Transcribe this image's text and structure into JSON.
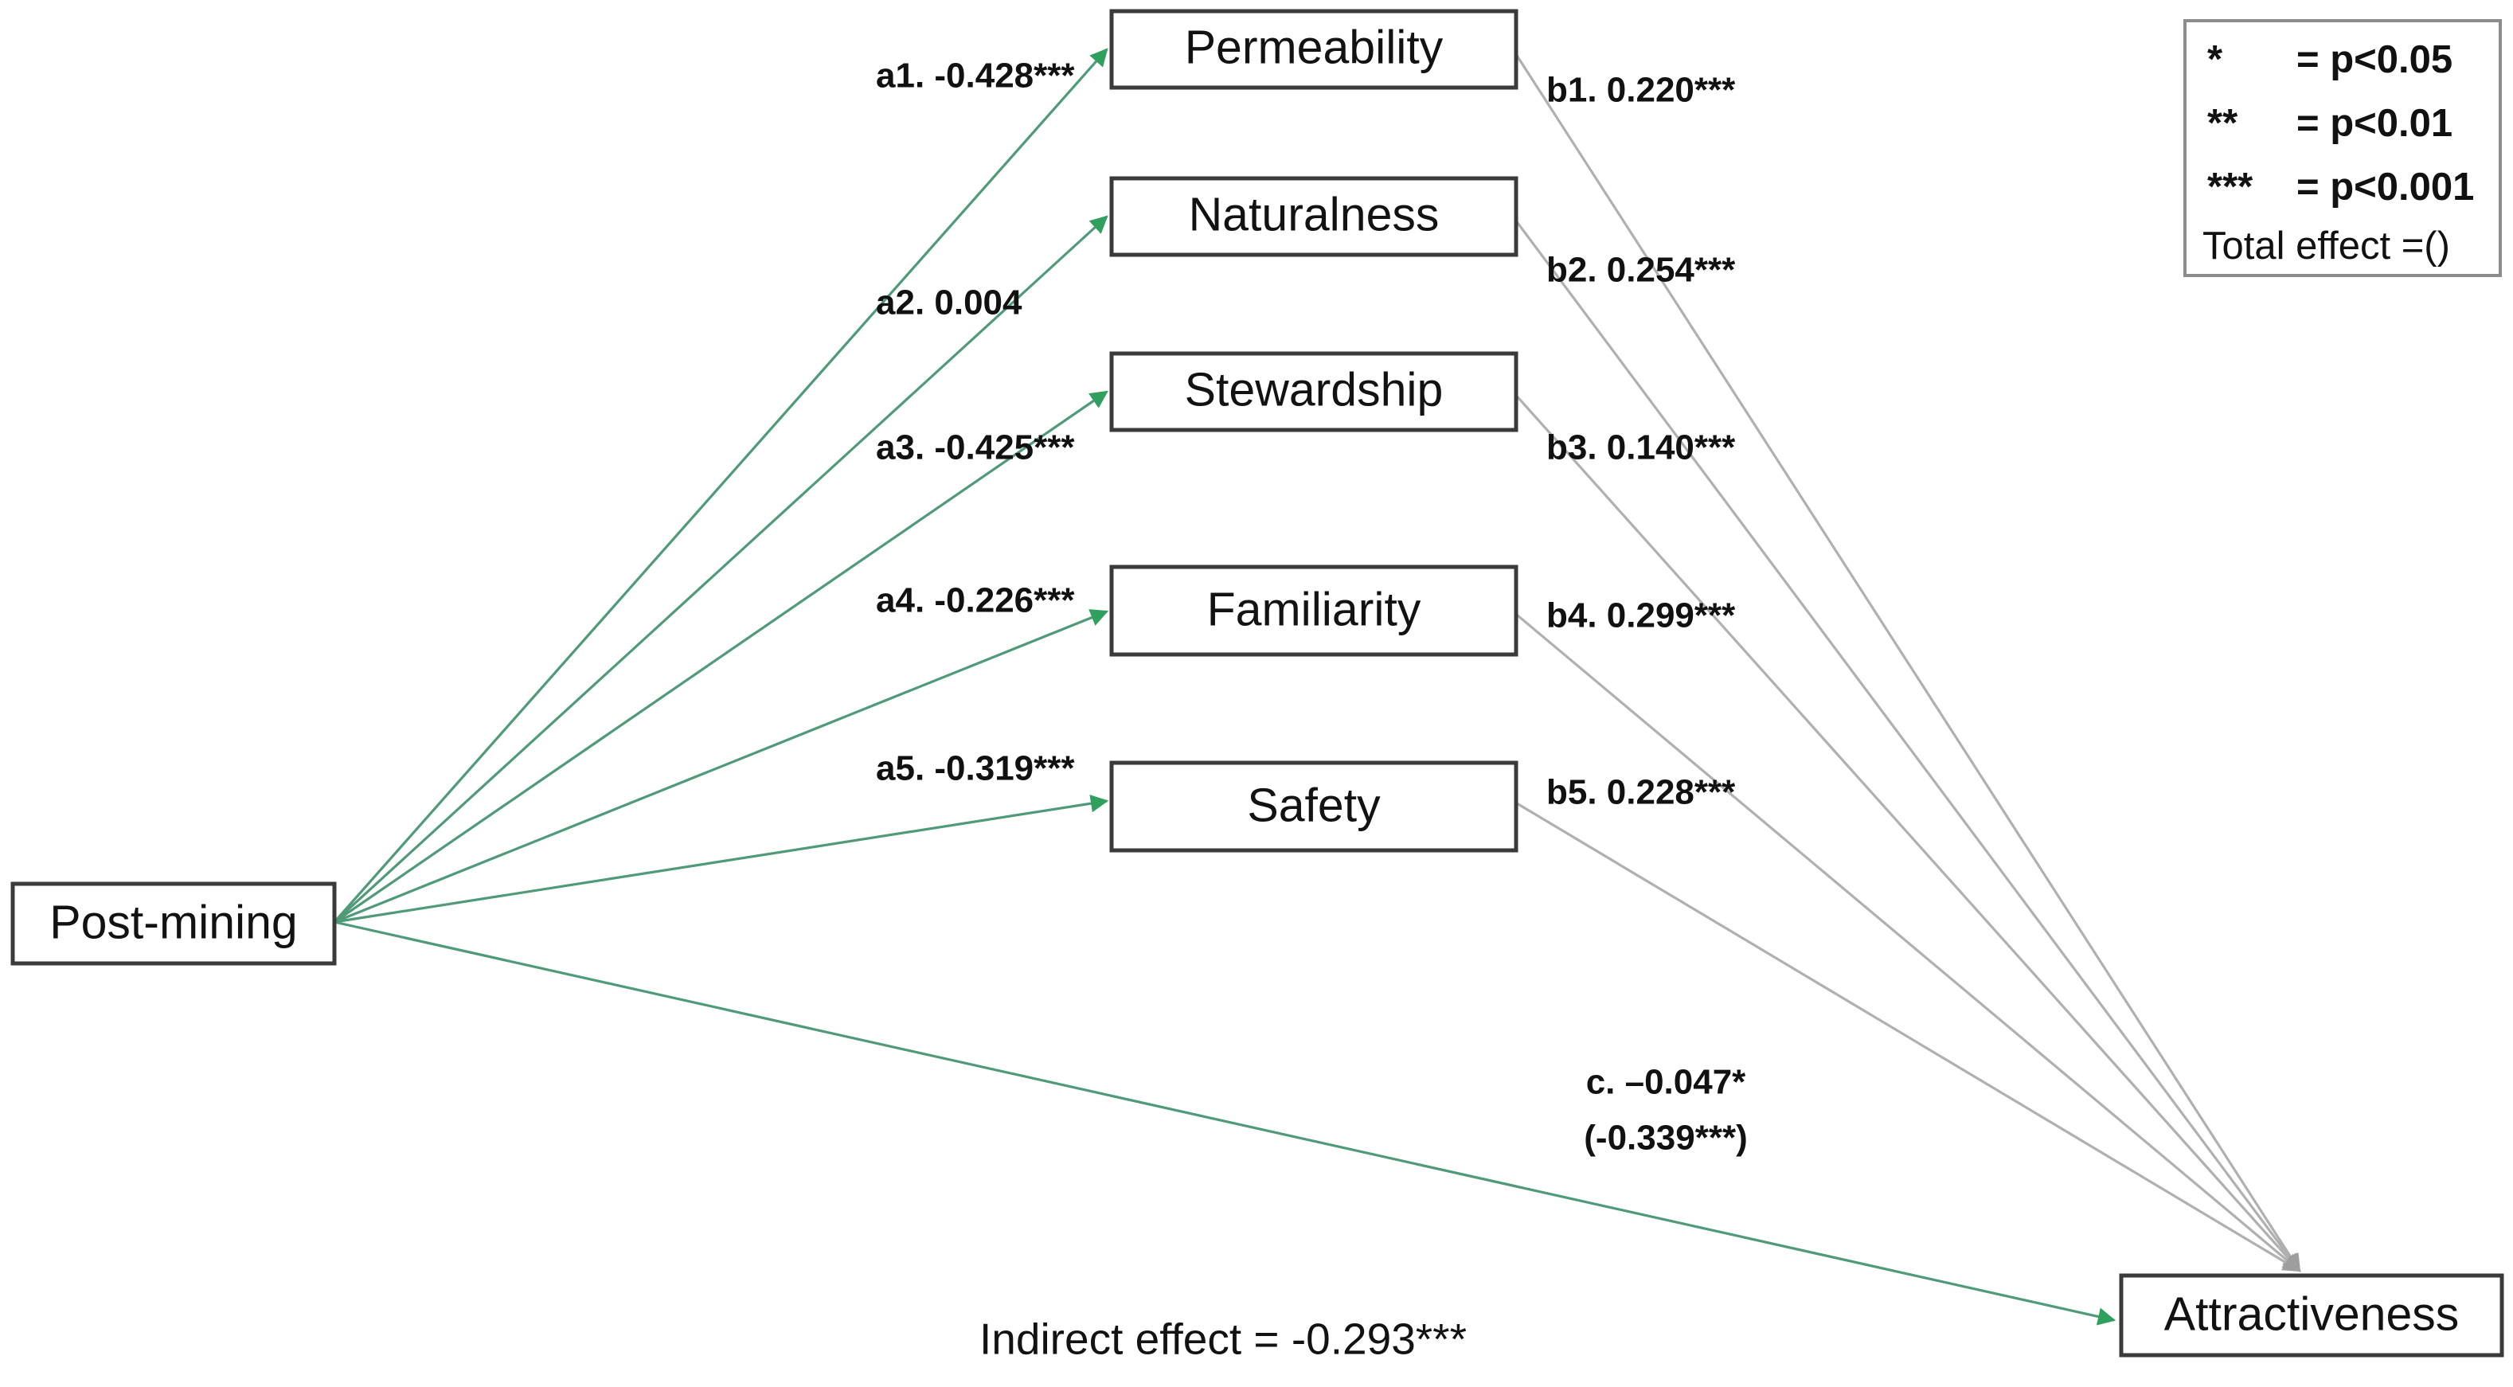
{
  "diagram": {
    "type": "mediation-path-diagram",
    "predictor": {
      "label": "Post-mining"
    },
    "outcome": {
      "label": "Attractiveness"
    },
    "mediators": [
      {
        "label": "Permeability"
      },
      {
        "label": "Naturalness"
      },
      {
        "label": "Stewardship"
      },
      {
        "label": "Familiarity"
      },
      {
        "label": "Safety"
      }
    ],
    "a_paths": [
      {
        "label": "a1. -0.428***"
      },
      {
        "label": "a2.  0.004"
      },
      {
        "label": "a3. -0.425***"
      },
      {
        "label": "a4.  -0.226***"
      },
      {
        "label": "a5.  -0.319***"
      }
    ],
    "b_paths": [
      {
        "label": "b1. 0.220***"
      },
      {
        "label": "b2. 0.254***"
      },
      {
        "label": "b3. 0.140***"
      },
      {
        "label": "b4. 0.299***"
      },
      {
        "label": "b5. 0.228***"
      }
    ],
    "direct_path": {
      "line1": "c. –0.047*",
      "line2": "(-0.339***)"
    },
    "indirect_effect": "Indirect effect = -0.293***",
    "legend": {
      "rows": [
        {
          "symbol": "*",
          "text": "= p<0.05"
        },
        {
          "symbol": "**",
          "text": "= p<0.01"
        },
        {
          "symbol": "***",
          "text": "= p<0.001"
        }
      ],
      "total_effect": "Total effect =()"
    },
    "colors": {
      "a_path": "#4f9a78",
      "b_path": "#b0b0b0",
      "arrowhead_green": "#2fa05e",
      "arrowhead_grey": "#9e9e9e",
      "box_border": "#3a3a3a",
      "text": "#121212"
    }
  }
}
